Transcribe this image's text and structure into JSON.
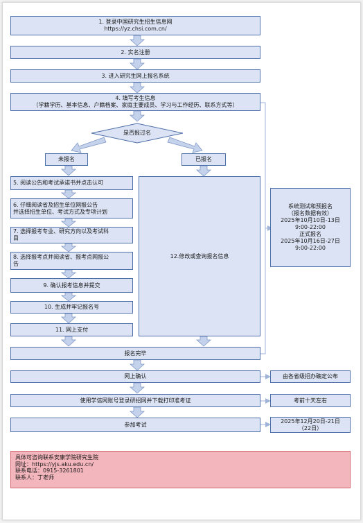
{
  "flow": {
    "step1": {
      "line1": "1. 登录中国研究生招生信息网",
      "line2": "https://yz.chsi.com.cn/"
    },
    "step2": "2. 实名注册",
    "step3": "3. 进入研究生网上报名系统",
    "step4": {
      "line1": "4. 填写考生信息",
      "line2": "（学籍学历、基本信息、户籍档案、家庭主要成员、学习与工作经历、联系方式等）"
    },
    "decision": "是否报过名",
    "not_registered": "未报名",
    "registered": "已报名",
    "step5": "5. 阅读公告和考试承诺书并点击认可",
    "step6": {
      "line1": "6. 仔细阅读省及招生单位网报公告",
      "line2": "并选择招生单位、考试方式及专项计划"
    },
    "step7": {
      "line1": "7. 选择报考专业、研究方向以及考试科",
      "line2": "目"
    },
    "step8": {
      "line1": "8. 选择报考点并阅读省、报考点网报公",
      "line2": "告"
    },
    "step9": "9. 确认报考信息并提交",
    "step10": "10. 生成并牢记报名号",
    "step11": "11. 网上支付",
    "step12": "12.修改或查询报名信息",
    "done": "报名完毕",
    "online_confirm": "网上确认",
    "print_ticket": "使用学信网账号登录研招网并下载打印准考证",
    "exam": "参加考试"
  },
  "side": {
    "schedule": {
      "line1": "系统测试和预报名",
      "line2": "（报名数据有效）",
      "line3": "2025年10月10日-13日",
      "line4": "9:00-22:00",
      "line5": "正式报名",
      "line6": "2025年10月16日-27日",
      "line7": "9:00-22:00"
    },
    "confirm_note": "由各省级招办确定公布",
    "ticket_note": "考前十天左右",
    "exam_date": {
      "line1": "2025年12月20日-21日",
      "line2": "（22日）"
    }
  },
  "contact": {
    "title": "具体可咨询联系安康学院研究生院",
    "website": "网址：https://yjs.aku.edu.cn/",
    "phone": "联系电话：0915-3261801",
    "person": "联系人：丁老师"
  },
  "colors": {
    "box_fill": "#dbe3f4",
    "box_border": "#4e6fa8",
    "arrow": "#9fb2d8",
    "contact_fill": "#f4b6bd"
  }
}
